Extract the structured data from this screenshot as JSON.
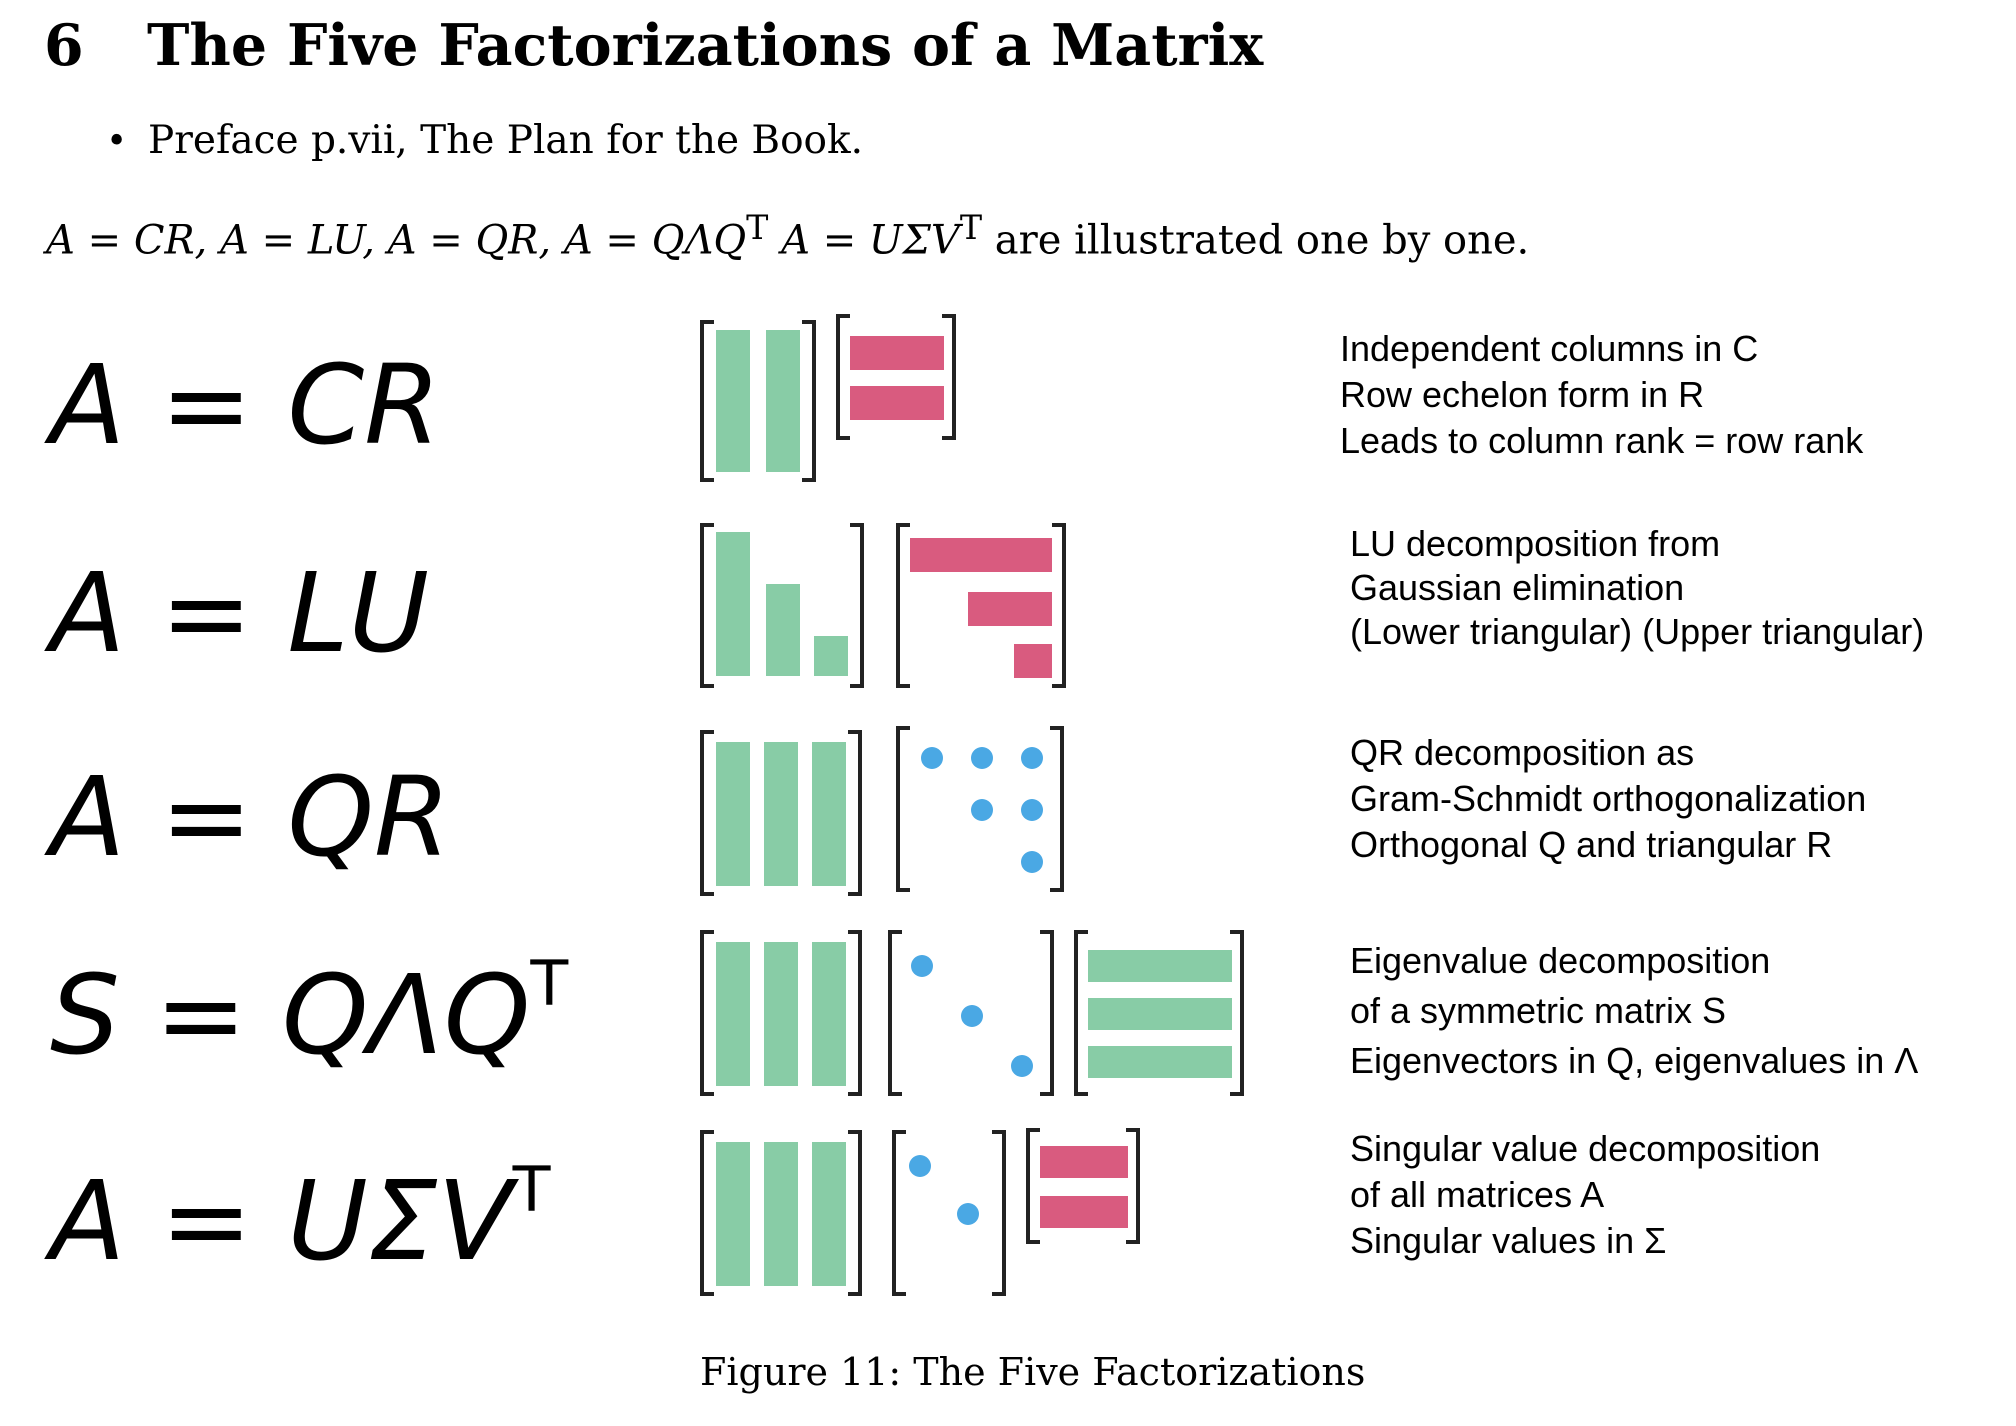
{
  "section": {
    "number": "6",
    "title": "The Five Factorizations of a Matrix"
  },
  "bullet": {
    "text": "Preface p.vii, The Plan for the Book."
  },
  "equation_line": {
    "math": "A = CR, A = LU, A = QR, A = QΛQ",
    "transpose": "T",
    "math2": " A = UΣV",
    "suffix": " are illustrated one by one."
  },
  "rows": [
    {
      "lhs": "A = CR",
      "sup": "",
      "lines": [
        "Independent columns in C",
        "Row echelon form in R",
        "Leads to column rank = row rank"
      ]
    },
    {
      "lhs": "A = LU",
      "sup": "",
      "lines": [
        "LU decomposition from",
        "Gaussian elimination",
        " (Lower triangular) (Upper triangular)"
      ]
    },
    {
      "lhs": "A = QR",
      "sup": "",
      "lines": [
        "QR decomposition as",
        "Gram-Schmidt orthogonalization",
        "Orthogonal Q and triangular R"
      ]
    },
    {
      "lhs": "S = QΛQ",
      "sup": "T",
      "lines": [
        "Eigenvalue decomposition",
        "of a symmetric matrix S",
        "Eigenvectors in Q, eigenvalues in  Λ"
      ]
    },
    {
      "lhs": "A = UΣV",
      "sup": "T",
      "lines": [
        "Singular value decomposition",
        "of all matrices A",
        "Singular values in Σ"
      ]
    }
  ],
  "colors": {
    "green": "#88cca6",
    "pink": "#d95b7f",
    "blue": "#4aa8e4",
    "bracket": "#222222"
  },
  "caption": "Figure 11:  The Five Factorizations"
}
